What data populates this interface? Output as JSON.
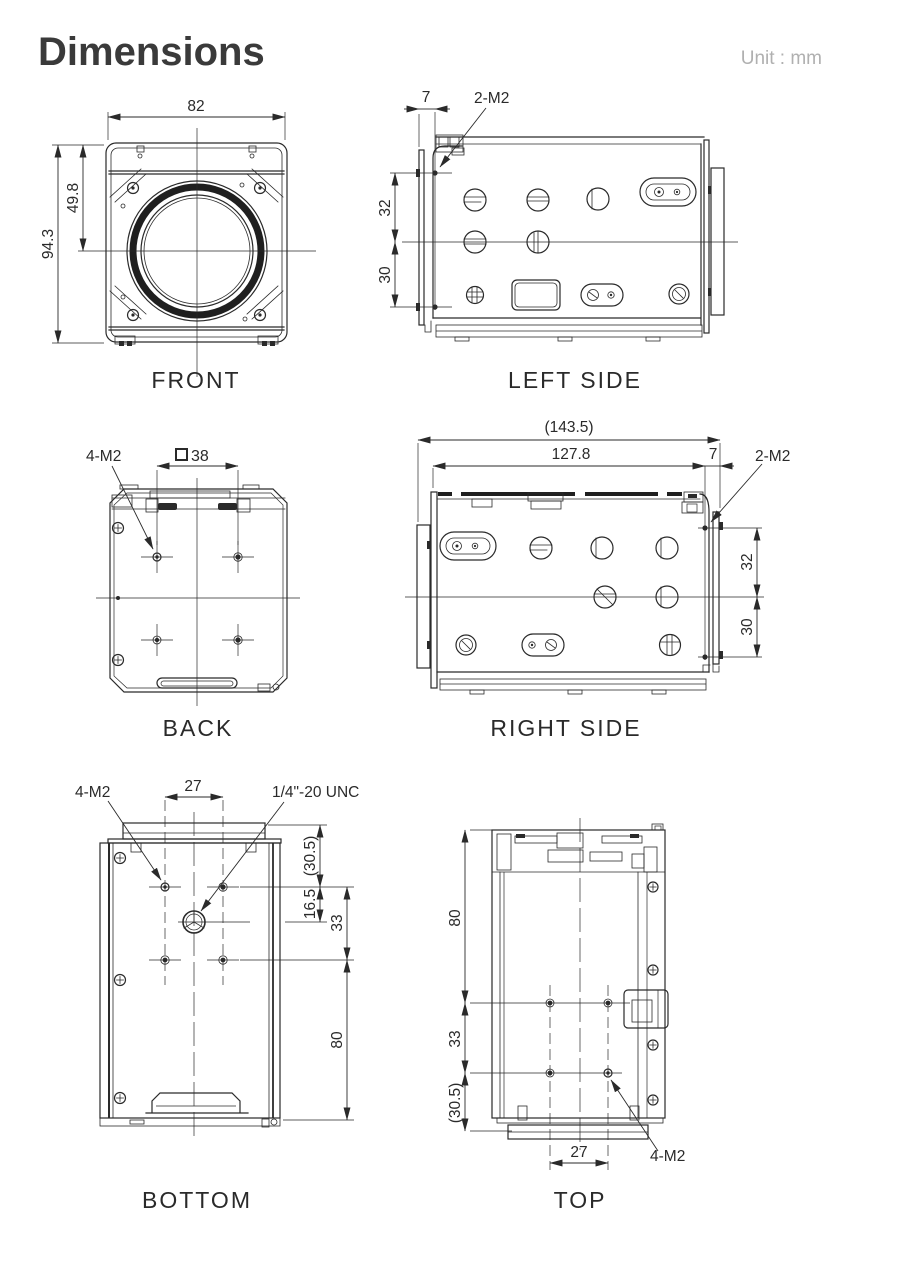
{
  "page": {
    "title": "Dimensions",
    "unit": "Unit : mm"
  },
  "colors": {
    "line": "#2a2a2a",
    "text": "#2a2a2a",
    "muted_text": "#b0b0b0",
    "background": "#ffffff"
  },
  "views": {
    "front": {
      "label": "FRONT",
      "width": "82",
      "height": "94.3",
      "lens_center_offset": "49.8"
    },
    "left_side": {
      "label": "LEFT SIDE",
      "rear_offset": "7",
      "thread_callout": "2-M2",
      "hole_pitch_upper": "32",
      "hole_pitch_lower": "30"
    },
    "back": {
      "label": "BACK",
      "thread_callout": "4-M2",
      "mount_square": "38"
    },
    "right_side": {
      "label": "RIGHT SIDE",
      "overall_length": "(143.5)",
      "body_length": "127.8",
      "rear_offset": "7",
      "thread_callout": "2-M2",
      "hole_pitch_upper": "32",
      "hole_pitch_lower": "30"
    },
    "bottom": {
      "label": "BOTTOM",
      "thread_callout": "4-M2",
      "hole_pitch": "27",
      "tripod_callout": "1/4\"-20 UNC",
      "ref_offset": "(30.5)",
      "tripod_offset": "16.5",
      "row_pitch": "33",
      "rear_pitch": "80"
    },
    "top": {
      "label": "TOP",
      "front_pitch": "80",
      "row_pitch": "33",
      "ref_offset": "(30.5)",
      "hole_pitch": "27",
      "thread_callout": "4-M2"
    }
  }
}
